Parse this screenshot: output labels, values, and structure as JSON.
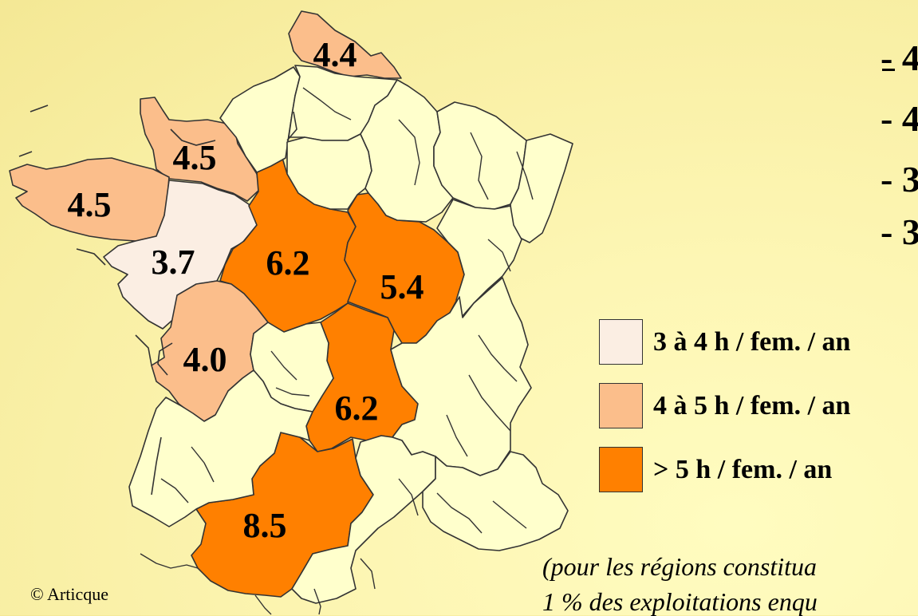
{
  "colors": {
    "low": "#fbeee3",
    "mid": "#fbbe8b",
    "high": "#ff8000",
    "empty": "#ffffcc"
  },
  "regions": [
    {
      "id": "nord-pas-de-calais",
      "value": "4.4",
      "category": "mid"
    },
    {
      "id": "basse-normandie",
      "value": "4.5",
      "category": "mid"
    },
    {
      "id": "bretagne",
      "value": "4.5",
      "category": "mid"
    },
    {
      "id": "pays-de-la-loire",
      "value": "3.7",
      "category": "low"
    },
    {
      "id": "centre",
      "value": "6.2",
      "category": "high"
    },
    {
      "id": "bourgogne",
      "value": "5.4",
      "category": "high"
    },
    {
      "id": "poitou-charentes",
      "value": "4.0",
      "category": "mid"
    },
    {
      "id": "auvergne",
      "value": "6.2",
      "category": "high"
    },
    {
      "id": "midi-pyrenees",
      "value": "8.5",
      "category": "high"
    }
  ],
  "side_list": [
    {
      "label": "- 4"
    },
    {
      "label": "- 4"
    },
    {
      "label": "- 3"
    },
    {
      "label": "- 3"
    }
  ],
  "legend": [
    {
      "label": "3 à 4 h / fem. / an",
      "category": "low"
    },
    {
      "label": "4 à 5 h / fem. / an",
      "category": "mid"
    },
    {
      "label": "> 5 h / fem. / an",
      "category": "high"
    }
  ],
  "note": {
    "line1": "(pour les régions constitua",
    "line2": "1 % des exploitations enqu"
  },
  "copyright": "© Articque"
}
